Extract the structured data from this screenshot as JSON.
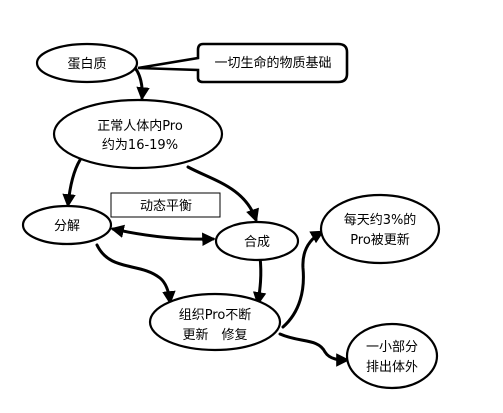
{
  "nodes": {
    "protein": {
      "label": "蛋白质"
    },
    "note": {
      "label": "一切生命的物质基础"
    },
    "normal": {
      "line1": "正常人体内Pro",
      "line2": "约为16-19%"
    },
    "decompose": {
      "label": "分解"
    },
    "balance": {
      "label": "动态平衡"
    },
    "synthesis": {
      "label": "合成"
    },
    "tissue": {
      "line1": "组织Pro不断",
      "line2": "更新　修复"
    },
    "daily": {
      "line1": "每天约3%的",
      "line2": "Pro被更新"
    },
    "excrete": {
      "line1": "一小部分",
      "line2": "排出体外"
    }
  },
  "colors": {
    "ink": "#000000",
    "background": "#ffffff"
  }
}
